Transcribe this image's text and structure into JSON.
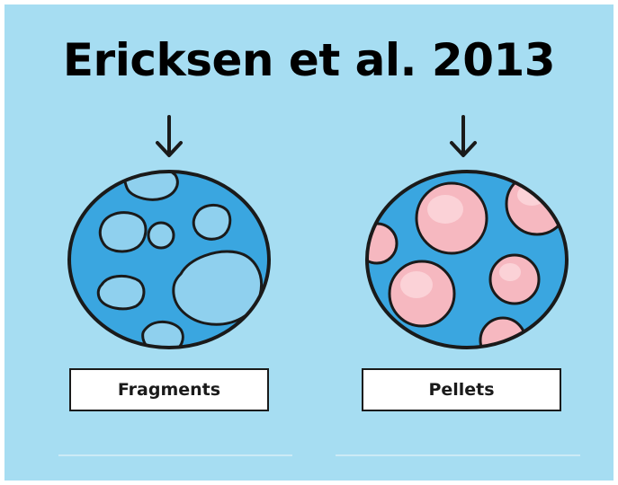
{
  "title": "Ericksen et al. 2013",
  "colors": {
    "background": "#a6ddf2",
    "particle_body": "#3aa6e0",
    "fragment_fill": "#8fd0ee",
    "pellet_fill": "#f6b8c0",
    "pellet_highlight": "#fbd2d7",
    "outline": "#1a1a1a"
  },
  "panels": [
    {
      "label": "Fragments",
      "icon": "fragments-particle-icon",
      "arrow_icon": "down-arrow-icon"
    },
    {
      "label": "Pellets",
      "icon": "pellets-particle-icon",
      "arrow_icon": "down-arrow-icon"
    }
  ]
}
